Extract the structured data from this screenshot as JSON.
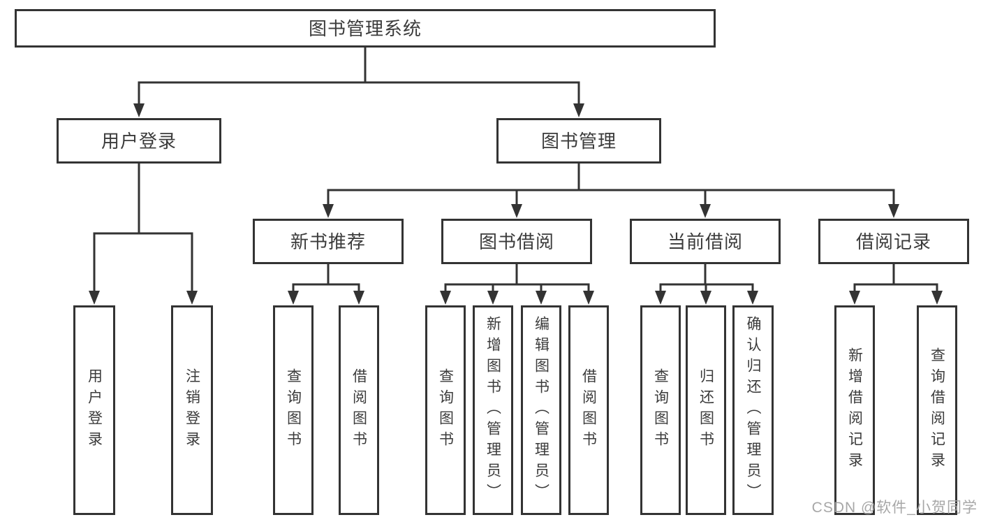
{
  "diagram": {
    "root_label": "图书管理系统",
    "branches": [
      {
        "label": "用户登录",
        "children": [
          {
            "label": "用户登录"
          },
          {
            "label": "注销登录"
          }
        ]
      },
      {
        "label": "图书管理",
        "children": [
          {
            "label": "新书推荐",
            "children": [
              {
                "label": "查询图书"
              },
              {
                "label": "借阅图书"
              }
            ]
          },
          {
            "label": "图书借阅",
            "children": [
              {
                "label": "查询图书"
              },
              {
                "label": "新增图书（管理员）"
              },
              {
                "label": "编辑图书（管理员）"
              },
              {
                "label": "借阅图书"
              }
            ]
          },
          {
            "label": "当前借阅",
            "children": [
              {
                "label": "查询图书"
              },
              {
                "label": "归还图书"
              },
              {
                "label": "确认归还（管理员）"
              }
            ]
          },
          {
            "label": "借阅记录",
            "children": [
              {
                "label": "新增借阅记录"
              },
              {
                "label": "查询借阅记录"
              }
            ]
          }
        ]
      }
    ]
  },
  "watermark": {
    "text": "CSDN @软件_小贺同学"
  },
  "colors": {
    "line": "#333333",
    "text": "#3b3b3b",
    "watermark": "#a3a3a3",
    "background": "#ffffff"
  }
}
